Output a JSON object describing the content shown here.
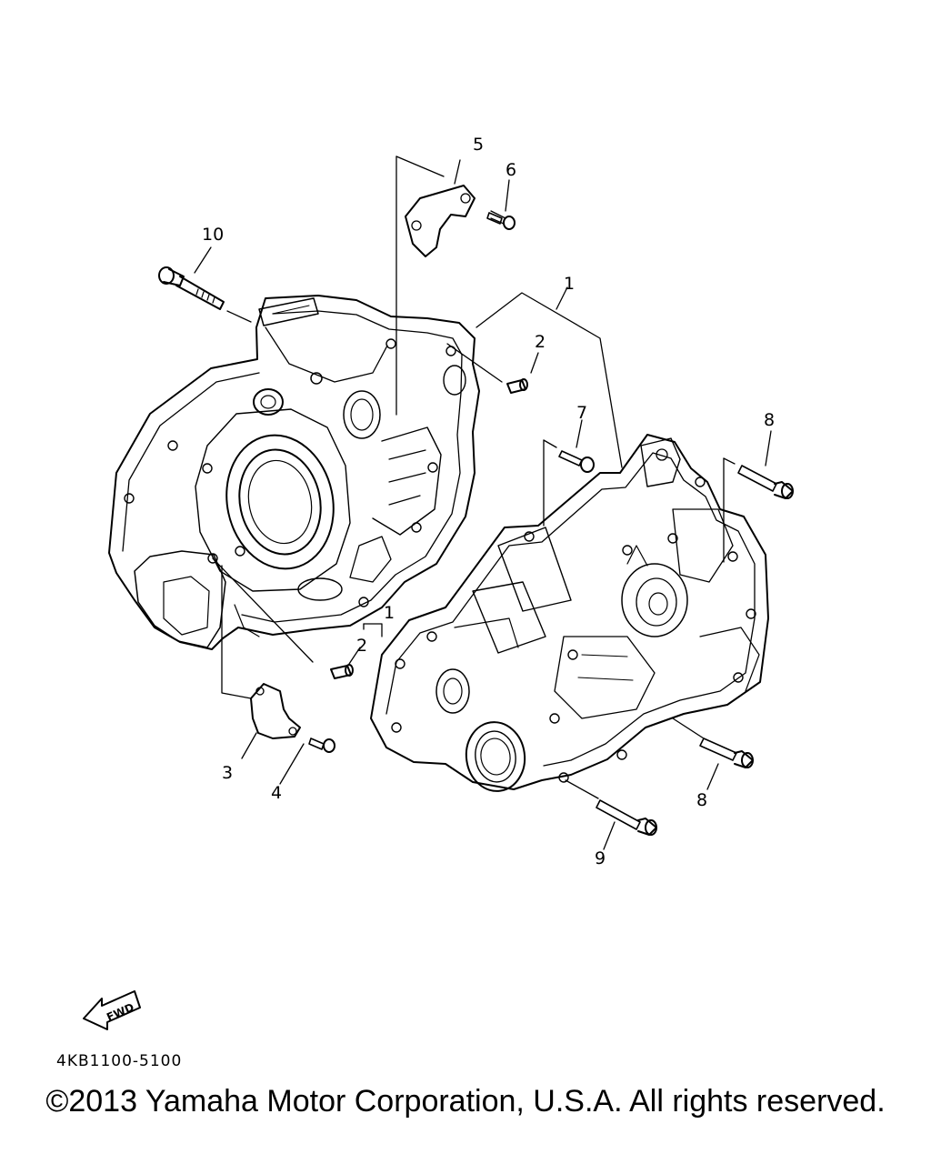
{
  "callouts": {
    "c1a": "1",
    "c1b": "1",
    "c2a": "2",
    "c2b": "2",
    "c3": "3",
    "c4": "4",
    "c5": "5",
    "c6": "6",
    "c7": "7",
    "c8a": "8",
    "c8b": "8",
    "c9": "9",
    "c10": "10"
  },
  "fwd_label": "FWD",
  "part_code": "4KB1100-5100",
  "copyright": "©2013 Yamaha Motor Corporation, U.S.A. All rights reserved."
}
